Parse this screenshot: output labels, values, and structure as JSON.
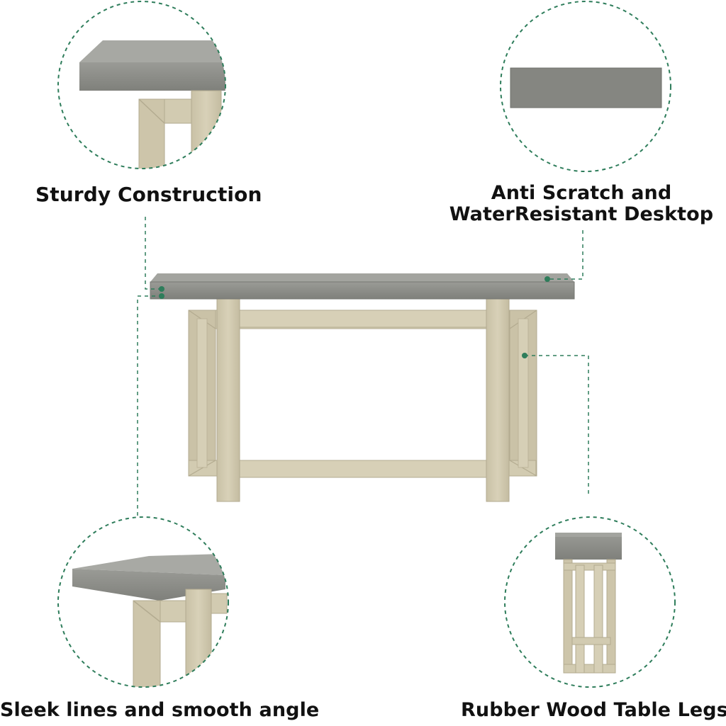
{
  "captions": {
    "sturdy": "Sturdy Construction",
    "anti_line1": "Anti Scratch and",
    "anti_line2": "WaterResistant Desktop",
    "sleek": "Sleek lines and smooth angle",
    "rubber": "Rubber Wood Table Legs"
  },
  "colors": {
    "accent_dashed": "#2e7d5b",
    "desktop_gray": "#8a8b86",
    "wood": "#cfc7ad"
  }
}
